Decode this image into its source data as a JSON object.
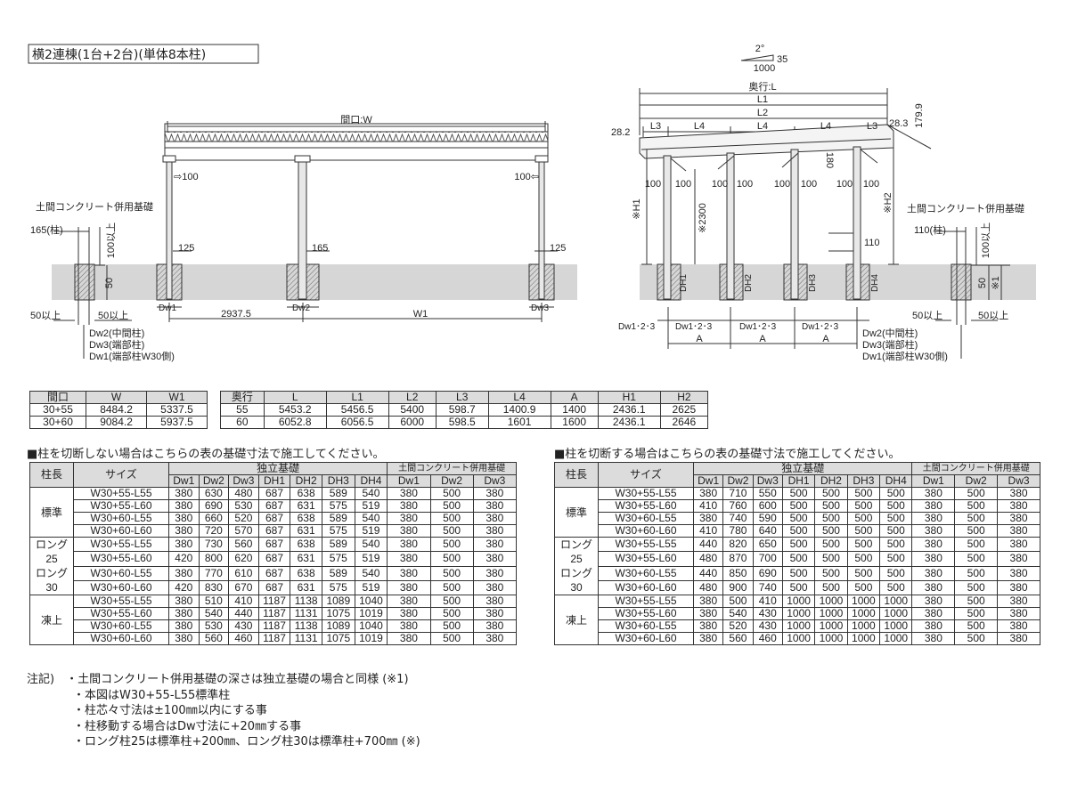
{
  "title": "横2連棟(1台+2台)(単体8本柱)",
  "front": {
    "width": "間口:W",
    "off_l": "⇨100",
    "off_r": "100⇦",
    "doma": "土間コンクリート併用基礎",
    "col": "165(柱)",
    "d100": "100以上",
    "d50": "50",
    "p125l": "125",
    "p165": "165",
    "p125r": "125",
    "dw1": "Dw1",
    "dw2": "Dw2",
    "dw3": "Dw3",
    "m50l": "50以上",
    "m50r": "50以上",
    "span": "2937.5",
    "w1": "W1",
    "leg1": "Dw2(中間柱)",
    "leg2": "Dw3(端部柱)",
    "leg3": "Dw1(端部柱W30側)"
  },
  "side": {
    "slope_deg": "2°",
    "slope_rise": "35",
    "slope_run": "1000",
    "depth": "奥行:L",
    "l1": "L1",
    "l2": "L2",
    "l3a": "L3",
    "l4a": "L4",
    "l4b": "L4",
    "l4c": "L4",
    "l3b": "L3",
    "v282": "28.2",
    "v283": "28.3",
    "v1799": "179.9",
    "c100": "100",
    "v180": "180",
    "h1": "※H1",
    "h2": "※H2",
    "v2300": "※2300",
    "v110": "110",
    "doma": "土間コンクリート併用基礎",
    "col": "110(柱)",
    "d100": "100以上",
    "d50": "50",
    "star1": "※1",
    "dh1": "DH1",
    "dh2": "DH2",
    "dh3": "DH3",
    "dh4": "DH4",
    "dwlbl": "Dw1･2･3",
    "a": "A",
    "m50l": "50以上",
    "m50r": "50以上",
    "leg1": "Dw2(中間柱)",
    "leg2": "Dw3(端部柱)",
    "leg3": "Dw1(端部柱W30側)"
  },
  "t1": {
    "headers": [
      "間口",
      "W",
      "W1"
    ],
    "rows": [
      [
        "30+55",
        "8484.2",
        "5337.5"
      ],
      [
        "30+60",
        "9084.2",
        "5937.5"
      ]
    ]
  },
  "t2": {
    "headers": [
      "奥行",
      "L",
      "L1",
      "L2",
      "L3",
      "L4",
      "A",
      "H1",
      "H2"
    ],
    "rows": [
      [
        "55",
        "5453.2",
        "5456.5",
        "5400",
        "598.7",
        "1400.9",
        "1400",
        "2436.1",
        "2625"
      ],
      [
        "60",
        "6052.8",
        "6056.5",
        "6000",
        "598.5",
        "1601",
        "1600",
        "2436.1",
        "2646"
      ]
    ]
  },
  "left_heading": "■柱を切断しない場合はこちらの表の基礎寸法で施工してください。",
  "right_heading": "■柱を切断する場合はこちらの表の基礎寸法で施工してください。",
  "hdr": {
    "col_len": "柱長",
    "size": "サイズ",
    "indep": "独立基礎",
    "doma": "土間コンクリート併用基礎",
    "sub": [
      "Dw1",
      "Dw2",
      "Dw3",
      "DH1",
      "DH2",
      "DH3",
      "DH4",
      "Dw1",
      "Dw2",
      "Dw3"
    ]
  },
  "groups": [
    "標準",
    "ロング25\nロング30",
    "凍上"
  ],
  "sizes": [
    "W30+55-L55",
    "W30+55-L60",
    "W30+60-L55",
    "W30+60-L60"
  ],
  "left_rows": [
    [
      "380",
      "630",
      "480",
      "687",
      "638",
      "589",
      "540",
      "380",
      "500",
      "380"
    ],
    [
      "380",
      "690",
      "530",
      "687",
      "631",
      "575",
      "519",
      "380",
      "500",
      "380"
    ],
    [
      "380",
      "660",
      "520",
      "687",
      "638",
      "589",
      "540",
      "380",
      "500",
      "380"
    ],
    [
      "380",
      "720",
      "570",
      "687",
      "631",
      "575",
      "519",
      "380",
      "500",
      "380"
    ],
    [
      "380",
      "730",
      "560",
      "687",
      "638",
      "589",
      "540",
      "380",
      "500",
      "380"
    ],
    [
      "420",
      "800",
      "620",
      "687",
      "631",
      "575",
      "519",
      "380",
      "500",
      "380"
    ],
    [
      "380",
      "770",
      "610",
      "687",
      "638",
      "589",
      "540",
      "380",
      "500",
      "380"
    ],
    [
      "420",
      "830",
      "670",
      "687",
      "631",
      "575",
      "519",
      "380",
      "500",
      "380"
    ],
    [
      "380",
      "510",
      "410",
      "1187",
      "1138",
      "1089",
      "1040",
      "380",
      "500",
      "380"
    ],
    [
      "380",
      "540",
      "440",
      "1187",
      "1131",
      "1075",
      "1019",
      "380",
      "500",
      "380"
    ],
    [
      "380",
      "530",
      "430",
      "1187",
      "1138",
      "1089",
      "1040",
      "380",
      "500",
      "380"
    ],
    [
      "380",
      "560",
      "460",
      "1187",
      "1131",
      "1075",
      "1019",
      "380",
      "500",
      "380"
    ]
  ],
  "right_rows": [
    [
      "380",
      "710",
      "550",
      "500",
      "500",
      "500",
      "500",
      "380",
      "500",
      "380"
    ],
    [
      "410",
      "760",
      "600",
      "500",
      "500",
      "500",
      "500",
      "380",
      "500",
      "380"
    ],
    [
      "380",
      "740",
      "590",
      "500",
      "500",
      "500",
      "500",
      "380",
      "500",
      "380"
    ],
    [
      "410",
      "780",
      "640",
      "500",
      "500",
      "500",
      "500",
      "380",
      "500",
      "380"
    ],
    [
      "440",
      "820",
      "650",
      "500",
      "500",
      "500",
      "500",
      "380",
      "500",
      "380"
    ],
    [
      "480",
      "870",
      "700",
      "500",
      "500",
      "500",
      "500",
      "380",
      "500",
      "380"
    ],
    [
      "440",
      "850",
      "690",
      "500",
      "500",
      "500",
      "500",
      "380",
      "500",
      "380"
    ],
    [
      "480",
      "900",
      "740",
      "500",
      "500",
      "500",
      "500",
      "380",
      "500",
      "380"
    ],
    [
      "380",
      "500",
      "410",
      "1000",
      "1000",
      "1000",
      "1000",
      "380",
      "500",
      "380"
    ],
    [
      "380",
      "540",
      "430",
      "1000",
      "1000",
      "1000",
      "1000",
      "380",
      "500",
      "380"
    ],
    [
      "380",
      "520",
      "430",
      "1000",
      "1000",
      "1000",
      "1000",
      "380",
      "500",
      "380"
    ],
    [
      "380",
      "560",
      "460",
      "1000",
      "1000",
      "1000",
      "1000",
      "380",
      "500",
      "380"
    ]
  ],
  "notes": [
    "注記)　・土間コンクリート併用基礎の深さは独立基礎の場合と同様 (※1)",
    "　　　　・本図はW30+55-L55標準柱",
    "　　　　・柱芯々寸法は±100㎜以内にする事",
    "　　　　・柱移動する場合はDw寸法に+20㎜する事",
    "　　　　・ロング柱25は標準柱+200㎜、ロング柱30は標準柱+700㎜ (※)"
  ]
}
